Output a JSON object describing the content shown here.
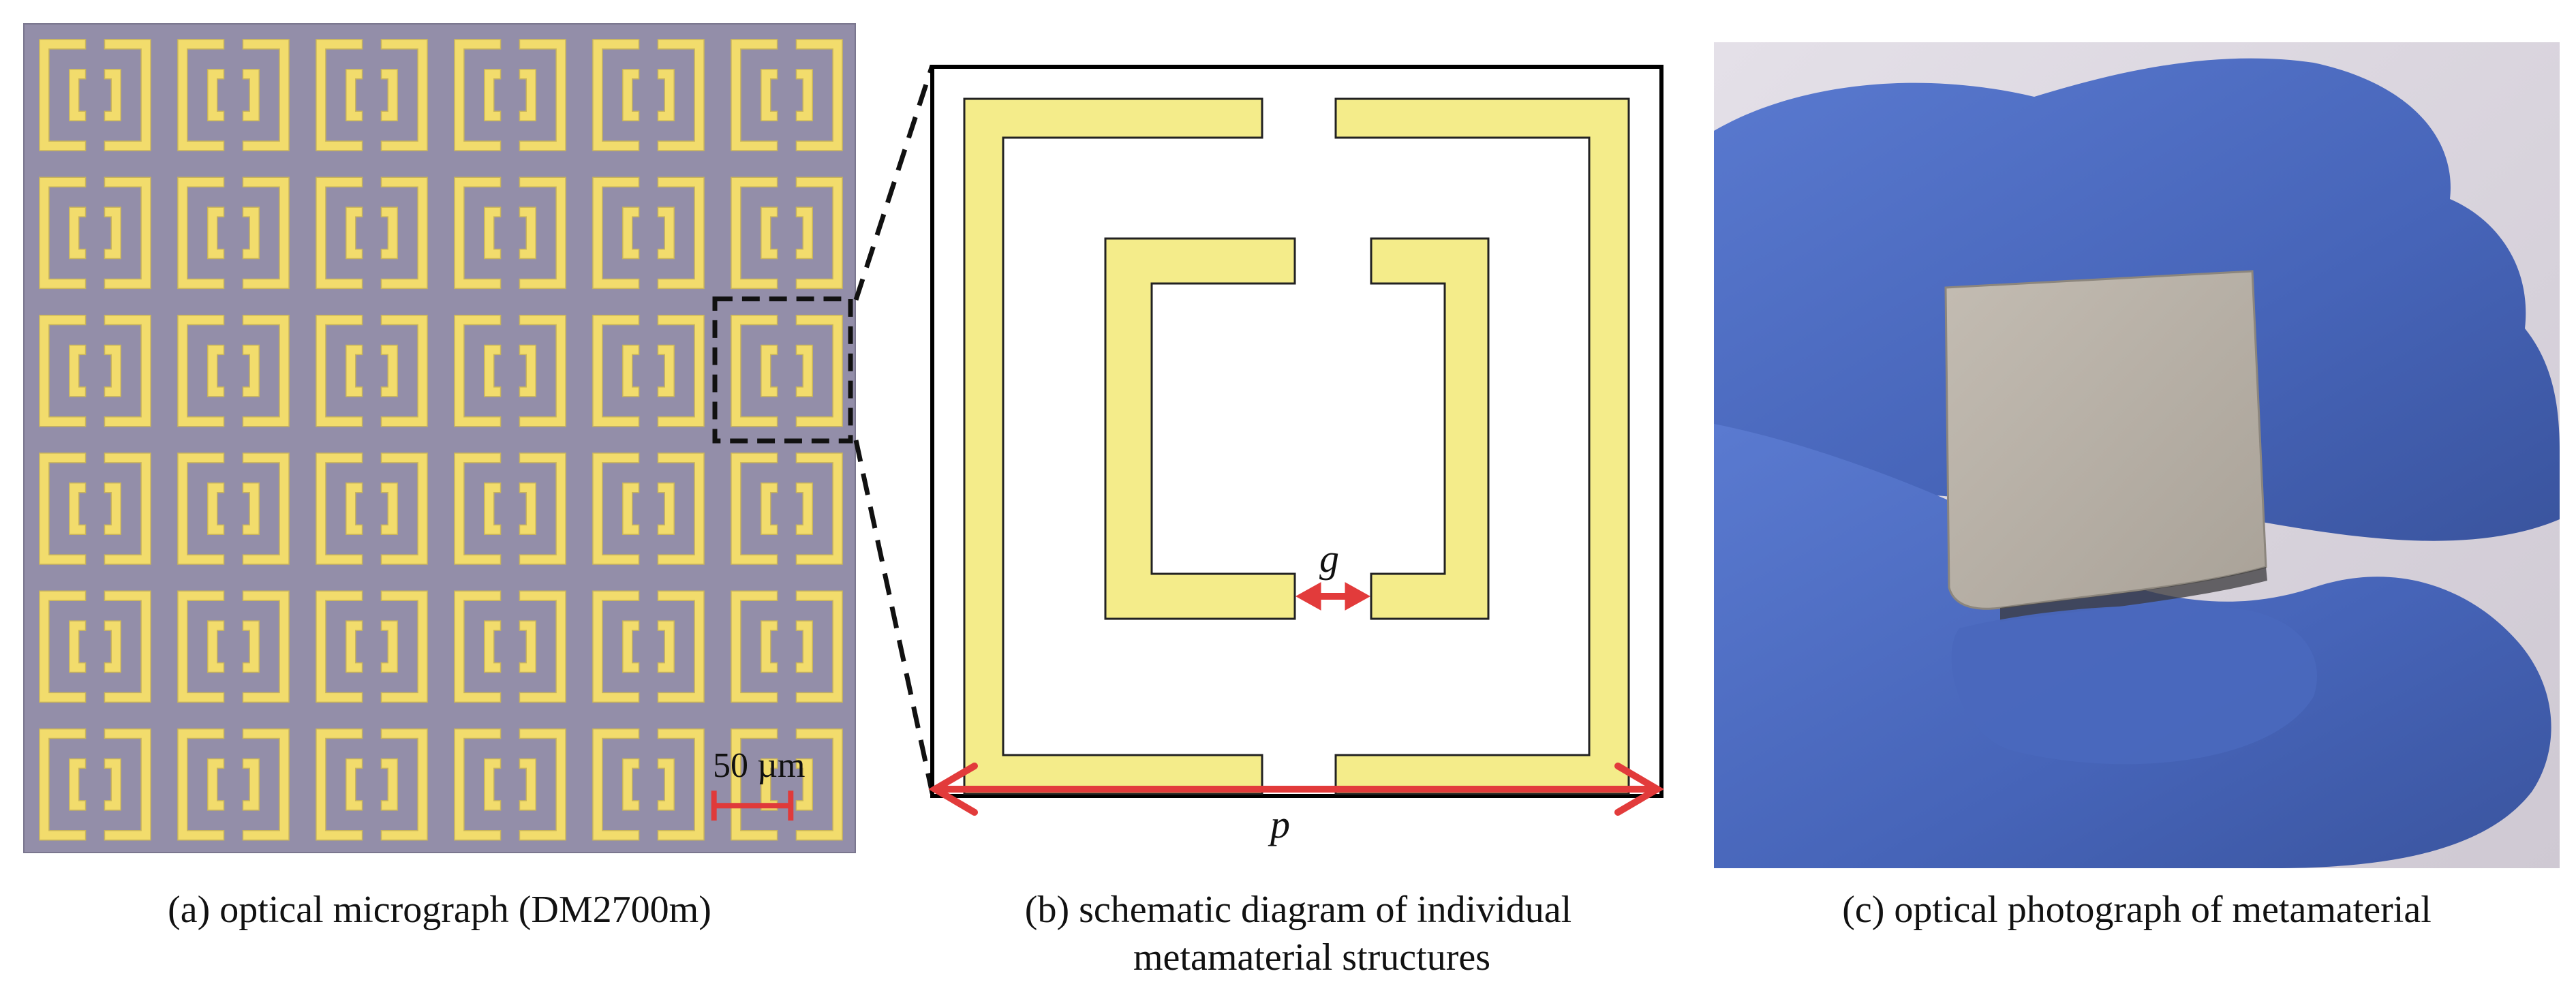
{
  "panel_a": {
    "scale_bar_label": "50 µm",
    "caption": "(a) optical micrograph (DM2700m)",
    "grid": {
      "rows": 6,
      "cols": 6
    },
    "colors": {
      "background": "#938ea9",
      "metal": "#f2dc6c",
      "scale_bar": "#e03a3a",
      "highlight_box": "#111111"
    }
  },
  "panel_b": {
    "gap_label": "g",
    "period_label": "p",
    "caption_line1": "(b) schematic diagram of individual",
    "caption_line2": "metamaterial structures",
    "colors": {
      "metal": "#f4ec8a",
      "arrow": "#e23b3b",
      "outline": "#000000"
    }
  },
  "panel_c": {
    "caption": "(c) optical photograph of metamaterial",
    "colors": {
      "glove": "#4d6dc1",
      "sample": "#b9b2a8",
      "background": "#d8d4dc"
    }
  }
}
